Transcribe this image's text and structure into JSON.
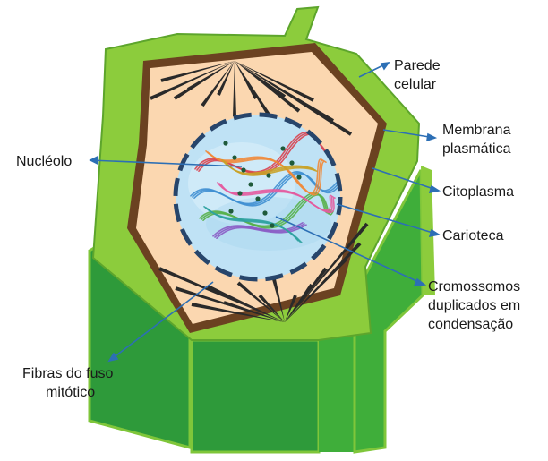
{
  "diagram": {
    "labels": {
      "parede": [
        "Parede",
        "celular"
      ],
      "membrana": [
        "Membrana",
        "plasmática"
      ],
      "nucleolo": [
        "Nucléolo"
      ],
      "citoplasma": [
        "Citoplasma"
      ],
      "carioteca": [
        "Carioteca"
      ],
      "cromossomos": [
        "Cromossomos",
        "duplicados em",
        "condensação"
      ],
      "fibras": [
        "Fibras do fuso",
        "mitótico"
      ]
    },
    "colors": {
      "wall_light": "#8ccc3c",
      "wall_dark": "#2e9a3a",
      "wall_side": "#3fae3a",
      "membrane": "#6b4221",
      "cytoplasm": "#fbd7b0",
      "nucleus": "#bfe2f5",
      "karyotheca": "#27456b",
      "pointer": "#2c6fb5",
      "spindle": "#2a2a2a"
    }
  }
}
